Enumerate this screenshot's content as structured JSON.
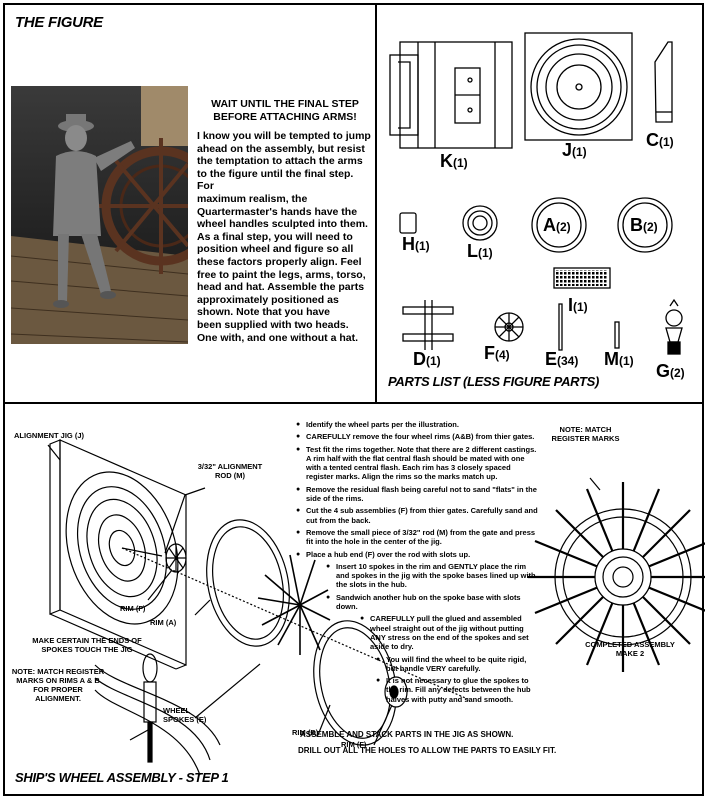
{
  "figure_section": {
    "title": "THE  FIGURE",
    "warning": "WAIT UNTIL THE FINAL STEP BEFORE ATTACHING ARMS!",
    "body_lines": [
      "I know you will be tempted to jump",
      "ahead on the assembly, but resist",
      "the temptation to attach the arms",
      "to the figure until the final step.  For",
      "maximum realism, the",
      "Quartermaster's hands have the",
      "wheel handles sculpted into them.",
      "As a final step, you will need to",
      "position wheel and figure so all",
      "these factors properly align.  Feel",
      "free to paint the legs, arms, torso,",
      "head and hat.  Assemble the parts",
      "approximately positioned as",
      "shown.  Note that you have",
      "been supplied with two heads.",
      "One with, and one without a hat."
    ]
  },
  "parts_section": {
    "title": "PARTS LIST (LESS FIGURE PARTS)",
    "parts": [
      {
        "letter": "K",
        "qty": "(1)"
      },
      {
        "letter": "J",
        "qty": "(1)"
      },
      {
        "letter": "C",
        "qty": "(1)"
      },
      {
        "letter": "H",
        "qty": "(1)"
      },
      {
        "letter": "L",
        "qty": "(1)"
      },
      {
        "letter": "A",
        "qty": "(2)"
      },
      {
        "letter": "B",
        "qty": "(2)"
      },
      {
        "letter": "I",
        "qty": "(1)"
      },
      {
        "letter": "D",
        "qty": "(1)"
      },
      {
        "letter": "F",
        "qty": "(4)"
      },
      {
        "letter": "E",
        "qty": "(34)"
      },
      {
        "letter": "M",
        "qty": "(1)"
      },
      {
        "letter": "G",
        "qty": "(2)"
      }
    ]
  },
  "assembly_section": {
    "title": "SHIP'S WHEEL ASSEMBLY - STEP 1",
    "labels": {
      "jig": "ALIGNMENT JIG (J)",
      "rod": "3/32\" ALIGNMENT ROD (M)",
      "rim_f_top": "RIM (F)",
      "rim_a": "RIM (A)",
      "spokes": "WHEEL SPOKES (E)",
      "rim_b": "RIM (B)",
      "rim_f_bottom": "RIM (F)",
      "make_certain": "MAKE CERTAIN THE ENDS OF SPOKES TOUCH THE JIG",
      "note_rims": "NOTE: MATCH REGISTER MARKS ON RIMS A & B FOR PROPER ALIGNMENT.",
      "note_register": "NOTE: MATCH REGISTER MARKS",
      "completed": "COMPLETED ASSEMBLY MAKE 2"
    },
    "steps": [
      "Identify the wheel parts per the illustration.",
      "CAREFULLY remove the four wheel rims (A&B) from thier gates.",
      "Test fit the rims together.  Note that there are 2 different castings.  A rim half with the flat central flash should be mated with one with a tented central flash.  Each rim has 3 closely spaced register marks.  Align the rims so the marks match up.",
      "Remove the residual flash being careful not to sand \"flats\" in the side of the rims.",
      "Cut the 4 sub assemblies (F) from thier gates.  Carefully sand and cut from the back.",
      "Remove the small piece of 3/32\" rod (M)  from the gate and press fit into the hole in the center of the jig.",
      "Place a hub end (F) over the rod with slots up.",
      "Insert 10 spokes in the rim and GENTLY place the rim and spokes in the jig with the spoke bases lined up with the slots in the hub.",
      "Sandwich another hub on the spoke base with slots down.",
      "CAREFULLY pull the glued and assembled wheel straight out of the jig without putting ANY stress on the end of the spokes and set aside to dry.",
      "You will find the wheel to be quite rigid, but handle VERY carefully.",
      "It is not necessary to glue the spokes to the rim.  Fill any defects between the hub halves with putty and sand smooth."
    ],
    "footer_1": "ASSEMBLE AND STACK PARTS IN THE JIG AS SHOWN.",
    "footer_2": "DRILL OUT ALL THE HOLES TO ALLOW THE PARTS TO EASILY FIT."
  }
}
